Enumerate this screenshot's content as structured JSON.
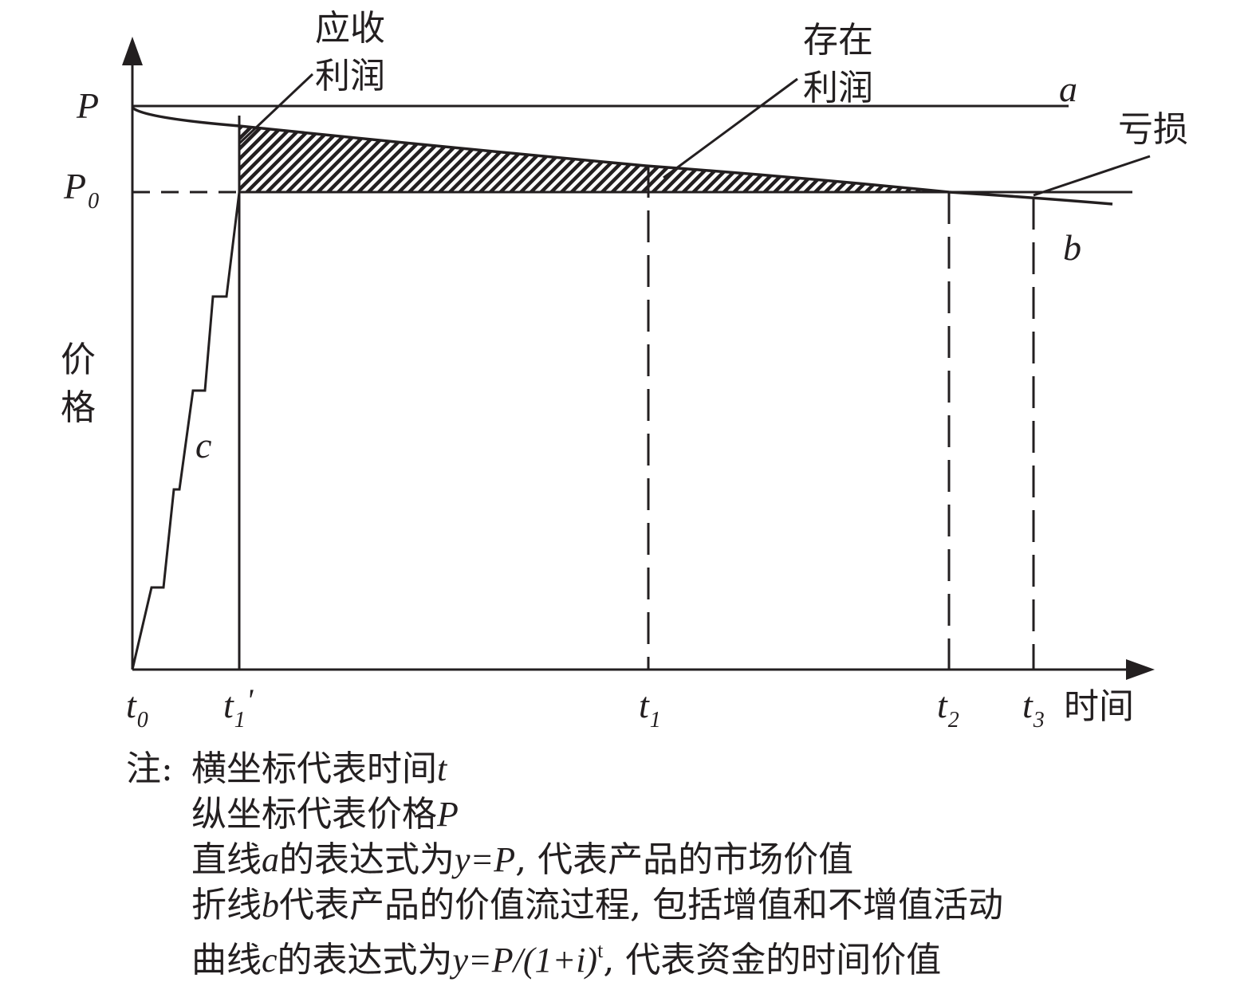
{
  "labels": {
    "P": "P",
    "P0_base": "P",
    "P0_sub": "0",
    "a": "a",
    "b": "b",
    "c": "c",
    "y_axis_line1": "价",
    "y_axis_line2": "格",
    "x_axis": "时间",
    "receivable_profit_line1": "应收",
    "receivable_profit_line2": "利润",
    "existing_profit_line1": "存在",
    "existing_profit_line2": "利润",
    "loss": "亏损"
  },
  "ticks": [
    {
      "base": "t",
      "sub": "0",
      "prime": ""
    },
    {
      "base": "t",
      "sub": "1",
      "prime": "'"
    },
    {
      "base": "t",
      "sub": "1",
      "prime": ""
    },
    {
      "base": "t",
      "sub": "2",
      "prime": ""
    },
    {
      "base": "t",
      "sub": "3",
      "prime": ""
    }
  ],
  "notes": {
    "prefix": "注:",
    "line1_text": "横坐标代表时间",
    "line1_var": "t",
    "line2_text": "纵坐标代表价格",
    "line2_var": "P",
    "line3_pre": "直线",
    "line3_var": "a",
    "line3_mid": "的表达式为",
    "line3_expr": "y=P",
    "line3_post": ", 代表产品的市场价值",
    "line4_pre": "折线",
    "line4_var": "b",
    "line4_post": "代表产品的价值流过程, 包括增值和不增值活动",
    "line5_pre": "曲线",
    "line5_var": "c",
    "line5_mid": "的表达式为",
    "line5_expr": "y=P/(1+i)",
    "line5_sup": "t",
    "line5_post": ", 代表资金的时间价值"
  },
  "colors": {
    "ink": "#231f20",
    "background": "#ffffff"
  }
}
